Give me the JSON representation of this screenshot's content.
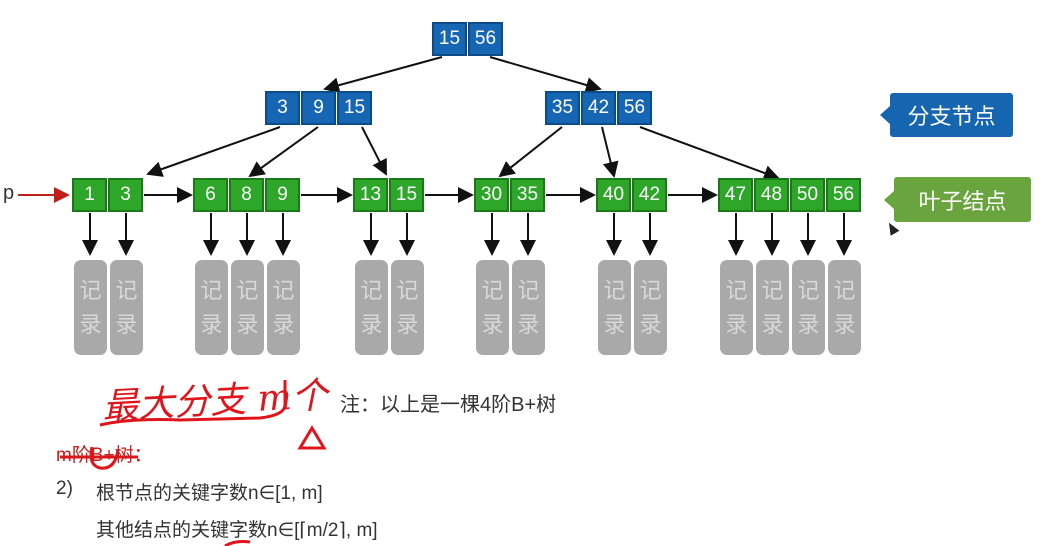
{
  "root": {
    "keys": [
      "15",
      "56"
    ]
  },
  "internal": [
    {
      "keys": [
        "3",
        "9",
        "15"
      ]
    },
    {
      "keys": [
        "35",
        "42",
        "56"
      ]
    }
  ],
  "leaves": [
    {
      "keys": [
        "1",
        "3"
      ]
    },
    {
      "keys": [
        "6",
        "8",
        "9"
      ]
    },
    {
      "keys": [
        "13",
        "15"
      ]
    },
    {
      "keys": [
        "30",
        "35"
      ]
    },
    {
      "keys": [
        "40",
        "42"
      ]
    },
    {
      "keys": [
        "47",
        "48",
        "50",
        "56"
      ]
    }
  ],
  "record": {
    "line1": "记",
    "line2": "录"
  },
  "pointer_label": "p",
  "labels": {
    "branch": "分支节点",
    "leaf": "叶子结点"
  },
  "note": "注：以上是一棵4阶B+树",
  "rules": {
    "title": "m阶B+树：",
    "item_number": "2)",
    "root_rule": "根节点的关键字数n∈[1, m]",
    "other_rule": "其他结点的关键字数n∈[⌈m/2⌉, m]"
  },
  "handwriting": "最大分支 m个",
  "colors": {
    "branch": "#1666b4",
    "leaf": "#2ea62a",
    "record": "#a9a9a9",
    "ink": "#e0141b",
    "branch_label": "#1565b0",
    "leaf_label": "#6aa43f"
  }
}
